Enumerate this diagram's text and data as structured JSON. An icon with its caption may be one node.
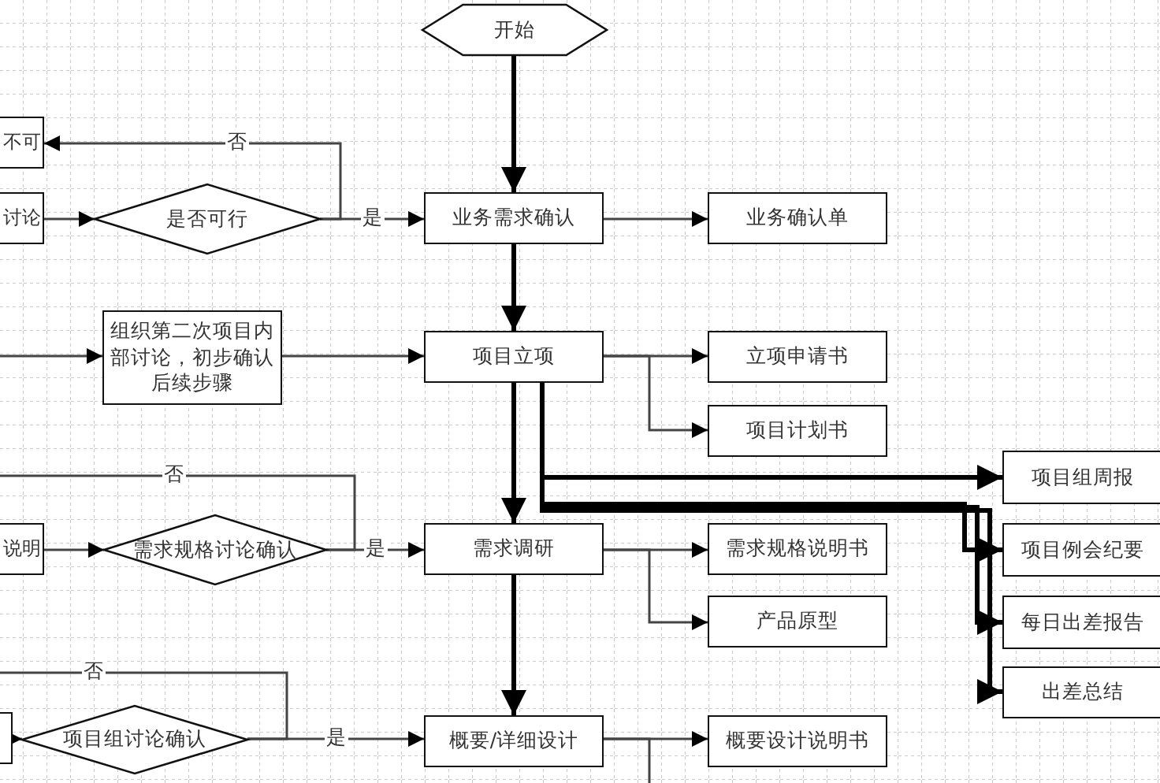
{
  "diagram": {
    "nodes": [
      {
        "text": [
          "开始"
        ]
      },
      {
        "text": [
          "不可"
        ]
      },
      {
        "text": [
          "讨论"
        ]
      },
      {
        "text": [
          "是否可行"
        ]
      },
      {
        "text": [
          "业务需求确认"
        ]
      },
      {
        "text": [
          "业务确认单"
        ]
      },
      {
        "text": [
          "组织第二次项目内部讨论，初步确认后续步骤"
        ]
      },
      {
        "text": [
          "项目立项"
        ]
      },
      {
        "text": [
          "立项申请书"
        ]
      },
      {
        "text": [
          "项目计划书"
        ]
      },
      {
        "text": [
          "项目组周报"
        ]
      },
      {
        "text": [
          "说明"
        ]
      },
      {
        "text": [
          "需求规格讨论确认"
        ]
      },
      {
        "text": [
          "需求调研"
        ]
      },
      {
        "text": [
          "需求规格说明书"
        ]
      },
      {
        "text": [
          "项目例会纪要"
        ]
      },
      {
        "text": [
          "产品原型"
        ]
      },
      {
        "text": [
          "每日出差报告"
        ]
      },
      {
        "text": [
          "出差总结"
        ]
      },
      {
        "text": [],
        "shape": "box"
      },
      {
        "text": [
          "项目组讨论确认"
        ]
      },
      {
        "text": [
          "概要/详细设计"
        ]
      },
      {
        "text": [
          "概要设计说明书"
        ]
      }
    ],
    "edges": [
      {
        "from": 0,
        "to": 4,
        "arrow": "to",
        "style": "thick"
      },
      {
        "from": 4,
        "to": 7,
        "arrow": "to",
        "style": "thick"
      },
      {
        "from": 7,
        "to": 13,
        "arrow": "to",
        "style": "thick"
      },
      {
        "from": 13,
        "to": 21,
        "arrow": "to",
        "style": "thick"
      },
      {
        "from": 2,
        "to": 3,
        "arrow": "to"
      },
      {
        "from": 3,
        "to": 4,
        "arrow": "to",
        "label": "是"
      },
      {
        "from": 3,
        "to": 1,
        "arrow": "to",
        "label": "否"
      },
      {
        "from": null,
        "to": 6,
        "arrow": "to"
      },
      {
        "from": 6,
        "to": 7,
        "arrow": "to"
      },
      {
        "from": 4,
        "to": 5,
        "arrow": "to"
      },
      {
        "from": 7,
        "to": 8,
        "arrow": "to"
      },
      {
        "from": 7,
        "to": 9,
        "arrow": "to"
      },
      {
        "from": 7,
        "to": 10,
        "arrow": "to",
        "style": "thick"
      },
      {
        "from": 7,
        "to": 15,
        "arrow": "to",
        "style": "thick"
      },
      {
        "from": 7,
        "to": 17,
        "arrow": "to",
        "style": "thick"
      },
      {
        "from": 7,
        "to": 18,
        "arrow": "to",
        "style": "thick"
      },
      {
        "from": 11,
        "to": 12,
        "arrow": "to"
      },
      {
        "from": 12,
        "to": 13,
        "arrow": "to",
        "label": "是"
      },
      {
        "from": 12,
        "to": null,
        "arrow": "none",
        "label": "否"
      },
      {
        "from": 13,
        "to": 14,
        "arrow": "to"
      },
      {
        "from": 13,
        "to": 16,
        "arrow": "to"
      },
      {
        "from": 19,
        "to": 20,
        "arrow": "to"
      },
      {
        "from": 20,
        "to": 21,
        "arrow": "to",
        "label": "是"
      },
      {
        "from": 20,
        "to": null,
        "arrow": "none",
        "label": "否"
      },
      {
        "from": 21,
        "to": 22,
        "arrow": "to"
      },
      {
        "from": 21,
        "to": null,
        "arrow": "none"
      }
    ]
  }
}
